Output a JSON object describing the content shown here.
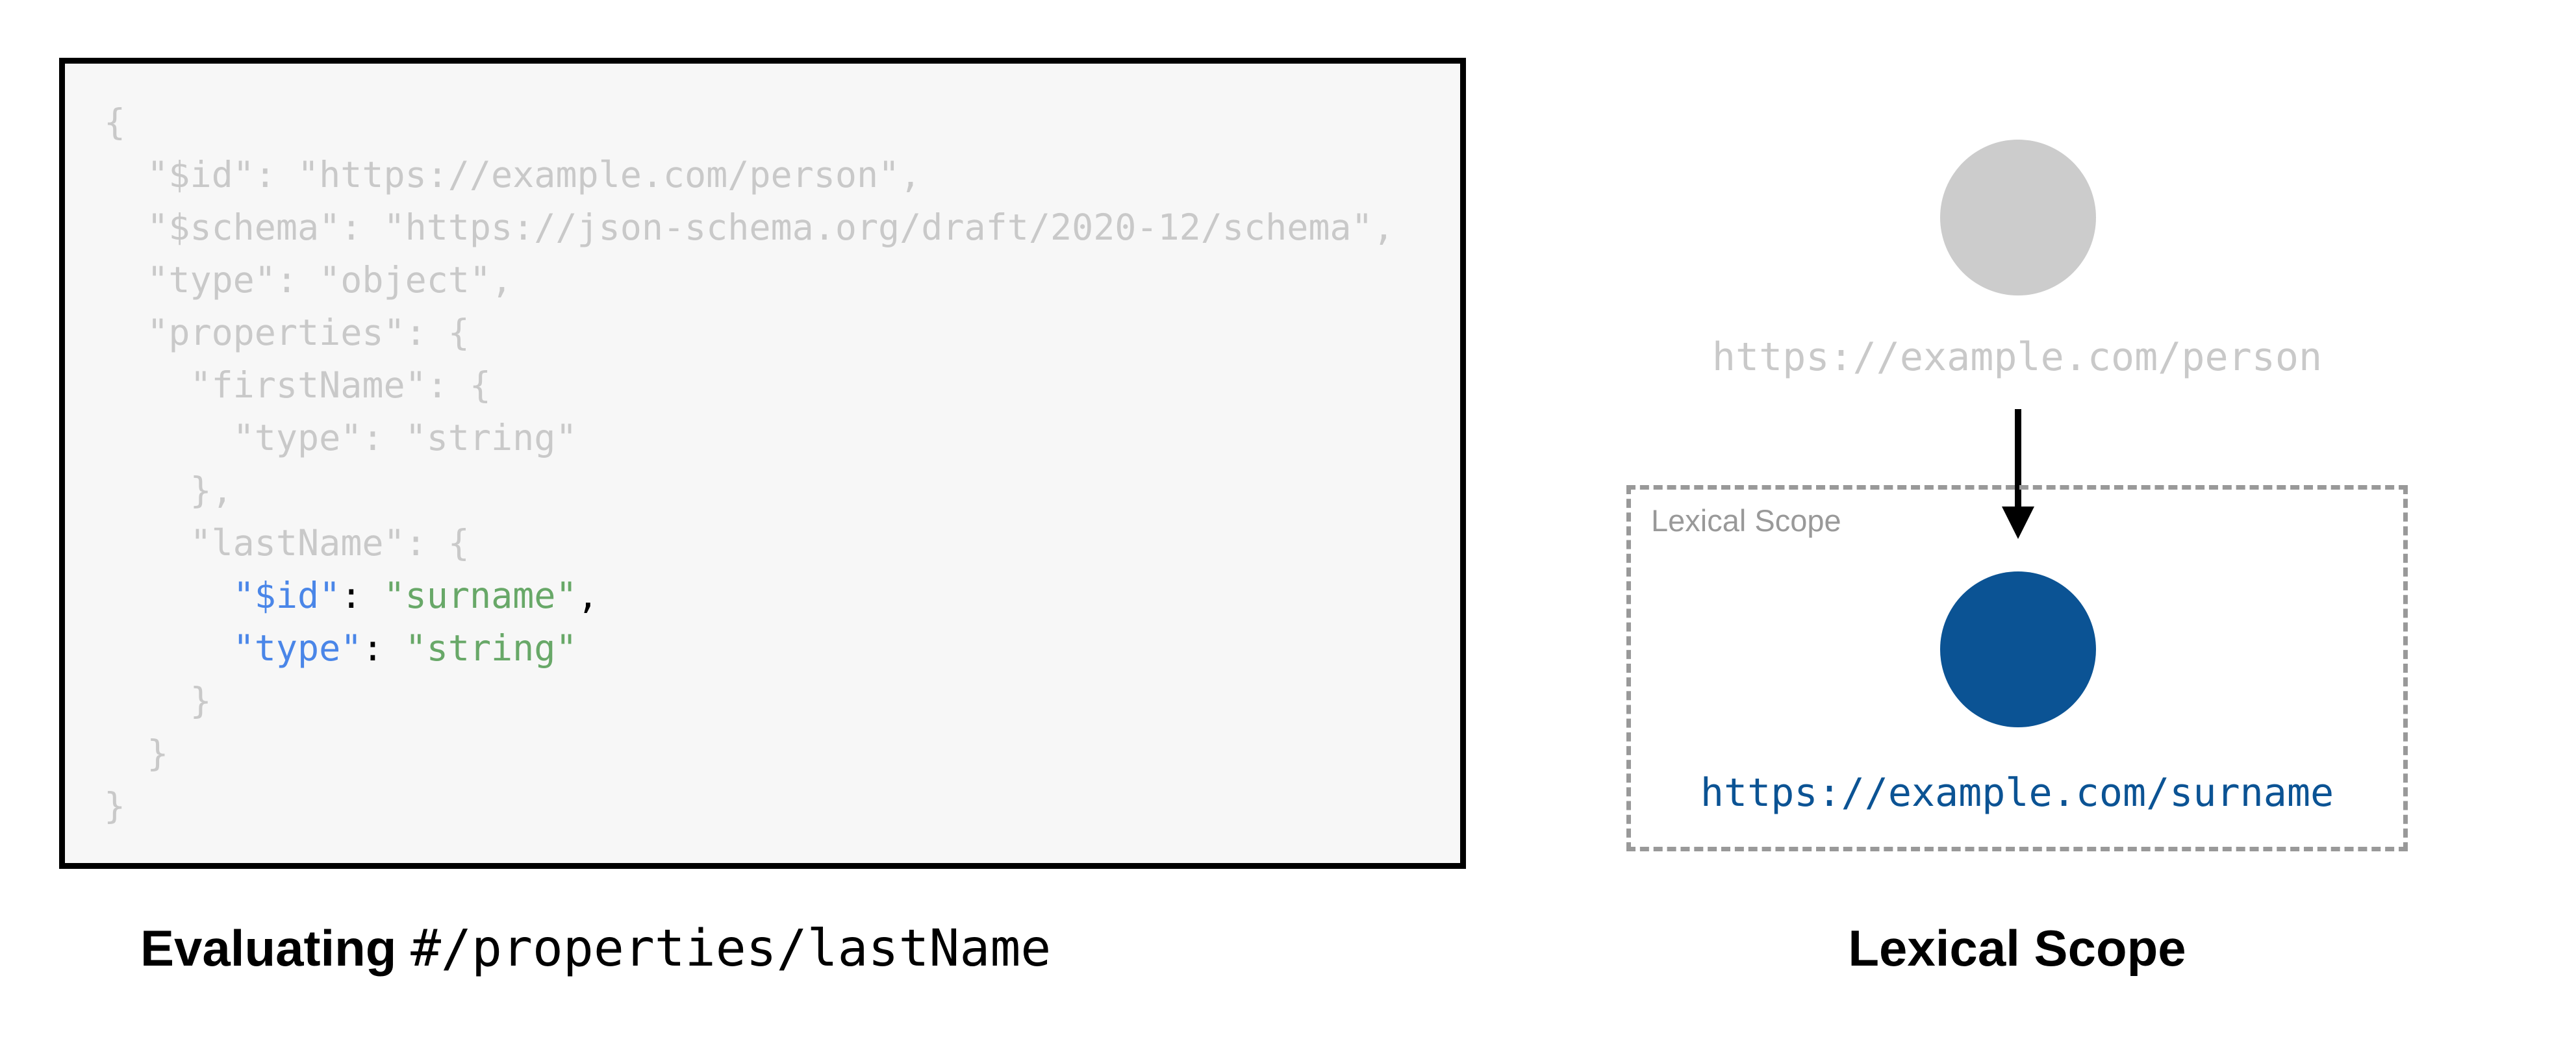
{
  "colors": {
    "canvas": "#ffffff",
    "panel_bg": "#f7f7f7",
    "panel_border": "#000000",
    "code_muted": "#c9c9c9",
    "code_key": "#4a86e8",
    "code_str": "#68a868",
    "code_punct": "#000000",
    "muted_gray": "#c9c9c9",
    "node_gray": "#cccccc",
    "node_blue": "#0b5394",
    "scope_border": "#999999",
    "scope_label": "#999999",
    "arrow": "#000000",
    "caption": "#000000"
  },
  "left": {
    "code_lines": [
      {
        "segments": [
          {
            "style": "muted",
            "text": "{"
          }
        ]
      },
      {
        "segments": [
          {
            "style": "muted",
            "text": "  \"$id\": \"https://example.com/person\","
          }
        ]
      },
      {
        "segments": [
          {
            "style": "muted",
            "text": "  \"$schema\": \"https://json-schema.org/draft/2020-12/schema\","
          }
        ]
      },
      {
        "segments": [
          {
            "style": "muted",
            "text": "  \"type\": \"object\","
          }
        ]
      },
      {
        "segments": [
          {
            "style": "muted",
            "text": "  \"properties\": {"
          }
        ]
      },
      {
        "segments": [
          {
            "style": "muted",
            "text": "    \"firstName\": {"
          }
        ]
      },
      {
        "segments": [
          {
            "style": "muted",
            "text": "      \"type\": \"string\""
          }
        ]
      },
      {
        "segments": [
          {
            "style": "muted",
            "text": "    },"
          }
        ]
      },
      {
        "segments": [
          {
            "style": "muted",
            "text": "    \"lastName\": {"
          }
        ]
      },
      {
        "segments": [
          {
            "style": "muted",
            "text": "      "
          },
          {
            "style": "key",
            "text": "\"$id\""
          },
          {
            "style": "punct",
            "text": ": "
          },
          {
            "style": "str",
            "text": "\"surname\""
          },
          {
            "style": "punct",
            "text": ","
          }
        ]
      },
      {
        "segments": [
          {
            "style": "muted",
            "text": "      "
          },
          {
            "style": "key",
            "text": "\"type\""
          },
          {
            "style": "punct",
            "text": ": "
          },
          {
            "style": "str",
            "text": "\"string\""
          }
        ]
      },
      {
        "segments": [
          {
            "style": "muted",
            "text": "    }"
          }
        ]
      },
      {
        "segments": [
          {
            "style": "muted",
            "text": "  }"
          }
        ]
      },
      {
        "segments": [
          {
            "style": "muted",
            "text": "}"
          }
        ]
      }
    ],
    "caption_bold": "Evaluating ",
    "caption_mono": "#/properties/lastName"
  },
  "right": {
    "parent_label": "https://example.com/person",
    "scope_label": "Lexical Scope",
    "child_label": "https://example.com/surname",
    "caption": "Lexical Scope"
  }
}
